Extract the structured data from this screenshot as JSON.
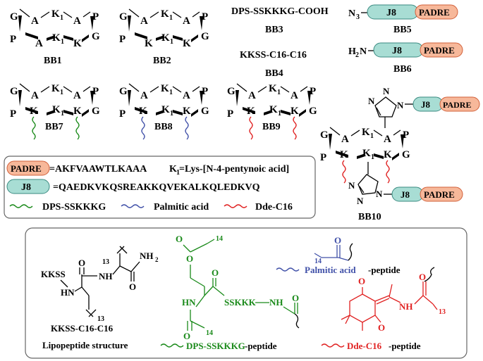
{
  "residues": {
    "G": "G",
    "A": "A",
    "K1": "K",
    "P": "P",
    "K": "K",
    "sub1": "1"
  },
  "labels": {
    "bb1": "BB1",
    "bb2": "BB2",
    "bb3": "BB3",
    "bb4": "BB4",
    "bb5": "BB5",
    "bb6": "BB6",
    "bb7": "BB7",
    "bb8": "BB8",
    "bb9": "BB9",
    "bb10": "BB10"
  },
  "formulas": {
    "bb3": "DPS-SSKKKG-COOH",
    "bb4": "KKSS-C16-C16",
    "n3": "N",
    "n3_sub": "3",
    "h2n": "H",
    "h2n_sub": "2",
    "h2n_n": "N"
  },
  "tags": {
    "j8": "J8",
    "padre": "PADRE"
  },
  "triazole": {
    "n": "N"
  },
  "legend": {
    "padre_def": "=AKFVAAWTLKAAA",
    "k1_def_a": "K",
    "k1_def_sub": "1",
    "k1_def_b": " =Lys-[N-4-pentynoic acid]",
    "j8_def": "=QAEDKVKQSREAKKQVEKALKQLEDKVQ",
    "dps": "DPS-SSKKKG",
    "palmitic": "Palmitic acid",
    "dde": "Dde-C16"
  },
  "structures": {
    "kkss": "KKSS",
    "hn": "HN",
    "nh": "NH",
    "o": "O",
    "nh2": "NH",
    "nh2_sub": "2",
    "n13": "13",
    "n14": "14",
    "sskkk": "SSKKK",
    "kkss_name": "KKSS-C16-C16",
    "lipo_name": "Lipopeptide structure",
    "palm_a": "Palmitic acid",
    "palm_b": "-peptide",
    "dps_a": "DPS-SSKKKG",
    "dps_b": "-peptide",
    "dde_a": "Dde-C16",
    "dde_b": "-peptide"
  },
  "colors": {
    "green": "#1a8a1a",
    "blue": "#4050a8",
    "red": "#e02020",
    "padre_fill": "#f7b89a",
    "padre_stroke": "#d2603a",
    "j8_fill": "#a8ddd4",
    "j8_stroke": "#3a8a80"
  }
}
